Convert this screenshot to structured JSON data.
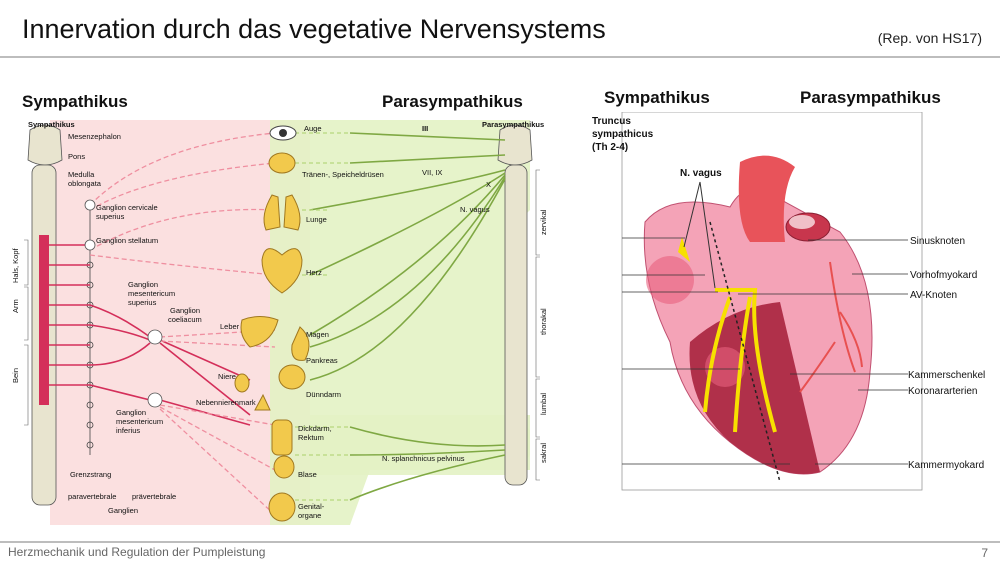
{
  "slide": {
    "title": "Innervation durch das vegetative Nervensystems",
    "reference": "(Rep. von HS17)",
    "footer": "Herzmechanik und Regulation der Pumpleistung",
    "page_number": "7"
  },
  "left_panel": {
    "heading_sympathicus": "Sympathikus",
    "heading_parasympathicus": "Parasympathikus",
    "inner_label_sym": "Sympathikus",
    "inner_label_para": "Parasympathikus",
    "brain_labels": [
      "Mesenzephalon",
      "Pons",
      "Medulla",
      "oblongata"
    ],
    "ganglia": [
      "Ganglion cervicale",
      "superius",
      "Ganglion stellatum",
      "Ganglion",
      "mesentericum",
      "superius",
      "Ganglion",
      "coeliacum",
      "Ganglion",
      "mesentericum",
      "inferius"
    ],
    "organs": [
      "Auge",
      "Tränen-, Speicheldrüsen",
      "Lunge",
      "Herz",
      "Leber",
      "Magen",
      "Pankreas",
      "Niere",
      "Nebennierenmark",
      "Dünndarm",
      "Dickdarm,",
      "Rektum",
      "Blase",
      "Genital-",
      "organe"
    ],
    "cranial_nerves": [
      "III",
      "VII, IX",
      "X"
    ],
    "nerves": [
      "N. vagus",
      "N. splanchnicus pelvinus"
    ],
    "body_regions": [
      "Hals, Kopf",
      "Arm",
      "Bein"
    ],
    "spine_regions": [
      "zervikal",
      "thorakal",
      "lumbal",
      "sakral"
    ],
    "bottom_labels": [
      "Grenzstrang",
      "paravertebrale",
      "prävertebrale",
      "Ganglien"
    ]
  },
  "right_panel": {
    "heading_sympathicus": "Sympathikus",
    "heading_parasympathicus": "Parasympathikus",
    "truncus": [
      "Truncus",
      "sympathicus",
      "(Th 2-4)"
    ],
    "vagus": "N. vagus",
    "labels": [
      "Sinusknoten",
      "Vorhofmyokard",
      "AV-Knoten",
      "Kammerschenkel",
      "Koronararterien",
      "Kammermyokard"
    ]
  },
  "colors": {
    "sym_fill": "#f9d6d6",
    "sym_line": "#e0506a",
    "para_fill": "#e3f2c4",
    "para_line": "#7fa843",
    "organ": "#f2c94c",
    "heart_pink": "#f4a3b7",
    "heart_dark": "#b0304a",
    "conduction": "#f7e000"
  }
}
